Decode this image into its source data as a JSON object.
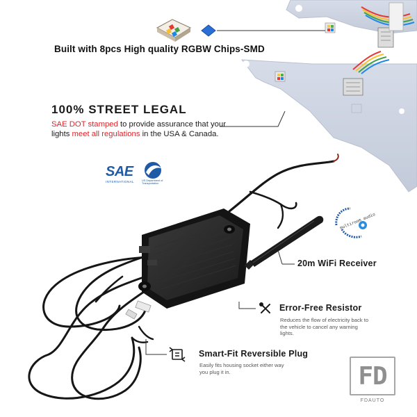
{
  "chips_caption": "Built with 8pcs High quality RGBW Chips-SMD",
  "legal_heading": "100% STREET LEGAL",
  "legal_text": {
    "part1": "SAE DOT stamped",
    "part2": " to provide assurance that your lights ",
    "part3": "meet all regulations",
    "part4": " in the USA & Canada."
  },
  "logos": {
    "sae": "SAE",
    "sae_sub": "INTERNATIONAL",
    "dot_sub": "US Department of Transportation"
  },
  "multiroom_logo": "multiroom audio",
  "features": {
    "wifi": {
      "label": "20m WiFi Receiver"
    },
    "resistor": {
      "label": "Error-Free Resistor",
      "desc": "Reduces the flow of electricity back to the vehicle to cancel any warning lights."
    },
    "plug": {
      "label": "Smart-Fit Reversible Plug",
      "desc": "Easily fits housing socket either way you plug it in."
    }
  },
  "watermark": {
    "main": "FD",
    "sub": "FDAUTO"
  }
}
